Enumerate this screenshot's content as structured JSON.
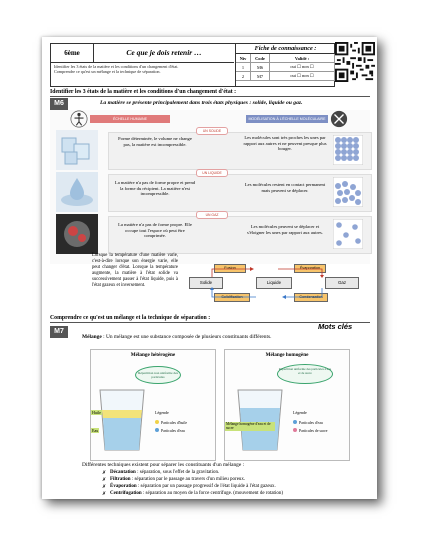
{
  "header": {
    "grade": "6ème",
    "title": "Ce que je dois retenir …",
    "objectives": [
      "Identifier les 3 états de la matière et les conditions d'un changement d'état.",
      "Comprendre ce qu'est un mélange et la technique de séparation."
    ]
  },
  "fiche": {
    "title": "Fiche de connaissance :",
    "cols": [
      "Niv",
      "Code",
      "Validé :"
    ],
    "rows": [
      {
        "niv": "1",
        "code": "M6",
        "val": "oui ☐    non ☐"
      },
      {
        "niv": "2",
        "code": "M7",
        "val": "oui ☐    non ☐"
      }
    ]
  },
  "sections": {
    "m6_title": "Identifier les 3 états de la matière et les conditions d'un changement d'état :",
    "m6_tag": "M6",
    "m6_intro": "La matière se présente principalement dans trois états physiques : solide, liquide ou gaz.",
    "m7_title": "Comprendre ce qu'est un mélange et la technique de séparation :",
    "m7_tag": "M7"
  },
  "diagram": {
    "left_header": "ÉCHELLE HUMAINE",
    "right_header": "MODÉLISATION À L'ÉCHELLE MOLÉCULAIRE",
    "states": [
      {
        "label": "UN SOLIDE",
        "left": "Forme déterminée, le volume ne change pas, la matière est incompressible.",
        "right": "Les molécules sont très proches les unes par rapport aux autres et ne peuvent presque plus bouger."
      },
      {
        "label": "UN LIQUIDE",
        "left": "La matière n'a pas de forme propre et prend la forme du récipient. La matière n'est incompressible.",
        "right": "Les molécules restent en contact permanent mais peuvent se déplacer."
      },
      {
        "label": "UN GAZ",
        "left": "La matière n'a pas de forme propre. Elle occupe tout l'espace où peut être comprimée.",
        "right": "Les molécules peuvent se déplacer et s'éloigner les unes par rapport aux autres."
      }
    ]
  },
  "temperature_text": "Lorsque la température d'une matière varie, c'est-à-dire lorsque son énergie varie, elle peut changer d'état. Lorsque la température augmente, la matière à l'état solide va successivement passer à l'état liquide, puis à l'état gazeux et inversement.",
  "changes": {
    "solid": "Solide",
    "liquid": "Liquide",
    "gas": "Gaz",
    "fusion": "Fusion",
    "solidification": "Solidification",
    "evaporation": "Évaporation",
    "condensation": "Condensation"
  },
  "mots_cles": "Mots clés",
  "melange": {
    "term": "Mélange",
    "definition": " : Un mélange est une substance composée de plusieurs constituants différents."
  },
  "heterogene": {
    "caption": "Mélange hétérogène",
    "bubble": "Répartition non uniforme des particules",
    "oil": "Huile",
    "water": "Eau",
    "legend_title": "Légende",
    "legend_oil": "Particules d'huile",
    "legend_water": "Particules d'eau"
  },
  "homogene": {
    "caption": "Mélange homogène",
    "bubble": "Répartition uniforme des particules d'eau et de sucre",
    "mix": "Mélange homogène d'eau et de sucre",
    "legend_title": "Légende",
    "legend_water": "Particules d'eau",
    "legend_sugar": "Particules de sucre"
  },
  "techniques": {
    "intro": "Différentes techniques existent pour séparer les constituants d'un mélange :",
    "items": [
      {
        "name": "Décantation",
        "text": " : séparation, sous l'effet de la gravitation."
      },
      {
        "name": "Filtration",
        "text": " : séparation par le passage au travers d'un milieu poreux."
      },
      {
        "name": "Évaporation",
        "text": " : séparation par un passage progressif de l'état liquide à l'état gazeux."
      },
      {
        "name": "Centrifugation",
        "text": " : séparation au moyen de la force centrifuge. (mouvement de rotation)"
      }
    ]
  },
  "colors": {
    "accent": "#8e9cc9",
    "red": "#c0392b",
    "orange": "#e8a33a",
    "blue": "#3a78c9"
  }
}
